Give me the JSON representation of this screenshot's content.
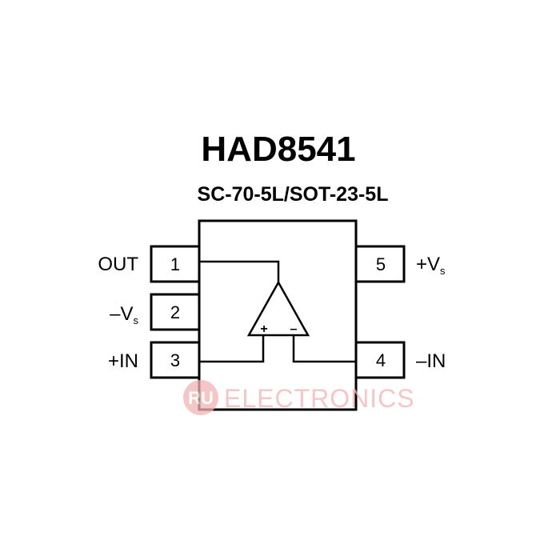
{
  "title": "HAD8541",
  "package": "SC-70-5L/SOT-23-5L",
  "pins": [
    {
      "num": "1",
      "label": "OUT"
    },
    {
      "num": "2",
      "label": "–V",
      "sub": "s"
    },
    {
      "num": "3",
      "label": "+IN"
    },
    {
      "num": "4",
      "label": "–IN"
    },
    {
      "num": "5",
      "label": "+V",
      "sub": "s"
    }
  ],
  "opamp": {
    "plus": "+",
    "minus": "–"
  },
  "watermark": {
    "logo": "RU",
    "text": "ELECTRONICS",
    "color": "#f2b3b3"
  }
}
